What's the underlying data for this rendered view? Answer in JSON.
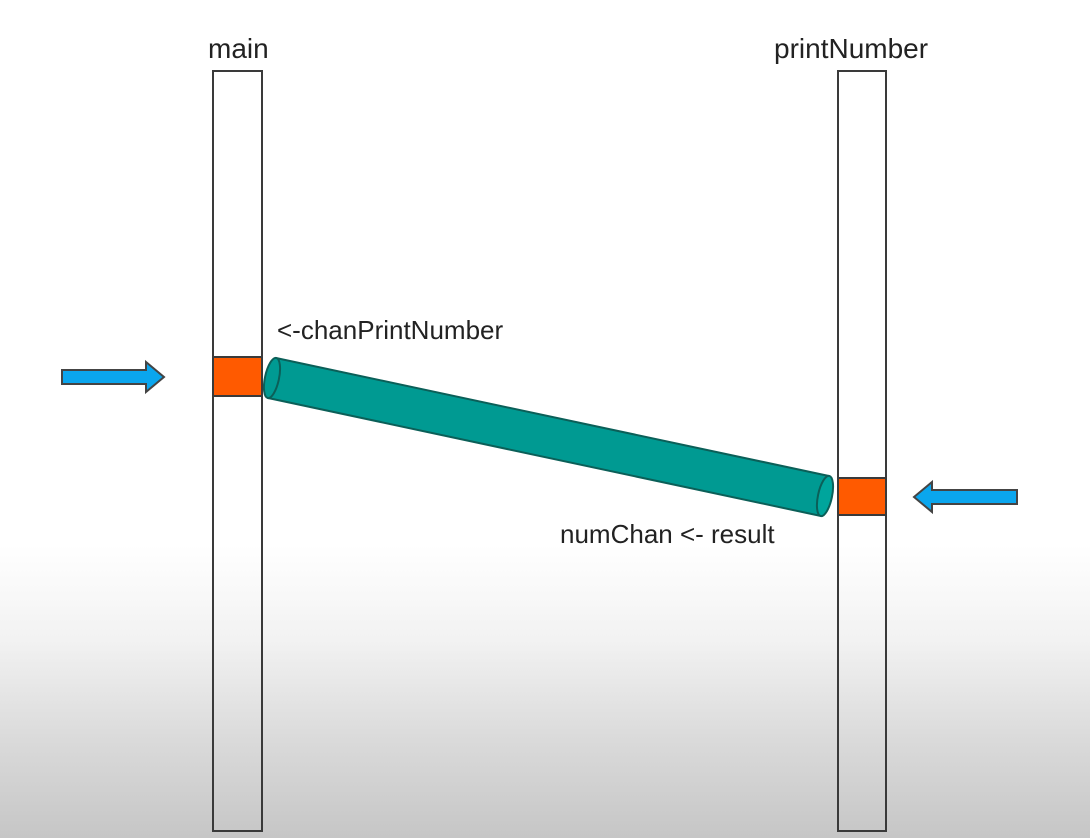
{
  "lanes": {
    "left": {
      "title": "main"
    },
    "right": {
      "title": "printNumber"
    }
  },
  "operations": {
    "receive": {
      "label": "<-chanPrintNumber"
    },
    "send": {
      "label": "numChan <- result"
    }
  },
  "colors": {
    "lane_border": "#3a3a3a",
    "block_fill": "#ff5a00",
    "channel_fill": "#009a92",
    "channel_edge": "#0b5f58",
    "arrow_fill": "#0aa6ee",
    "arrow_edge": "#444444"
  }
}
